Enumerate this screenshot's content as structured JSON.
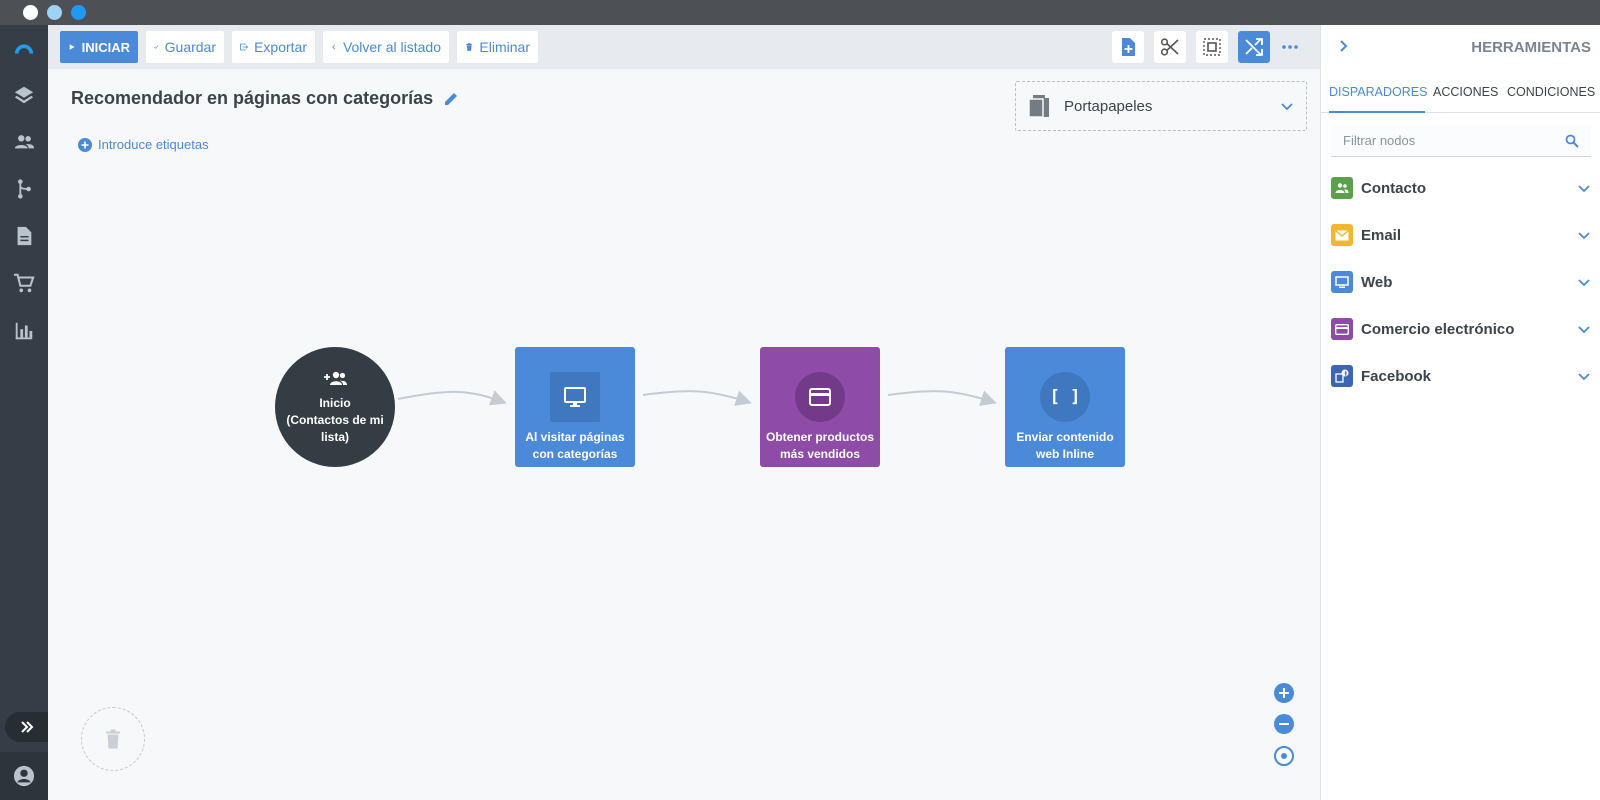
{
  "window": {
    "dots": [
      "#ffffff",
      "#9fd2f7",
      "#1e9af0"
    ]
  },
  "sidebar": {
    "items": [
      "logo-icon",
      "layers-icon",
      "contacts-icon",
      "automation-icon",
      "document-icon",
      "cart-icon",
      "chart-icon"
    ]
  },
  "toolbar": {
    "start_label": "INICIAR",
    "save_label": "Guardar",
    "export_label": "Exportar",
    "back_label": "Volver al listado",
    "delete_label": "Eliminar",
    "icons": [
      "add-note-icon",
      "scissors-icon",
      "select-area-icon",
      "shuffle-icon",
      "more-icon"
    ]
  },
  "canvas": {
    "title": "Recomendador en páginas con categorías",
    "tags_label": "Introduce etiquetas",
    "clipboard_label": "Portapapeles",
    "nodes": [
      {
        "label_line1": "Inicio",
        "label_line2": "(Contactos de mi lista)",
        "color": "#343c44",
        "icon": "add-group-icon"
      },
      {
        "label": "Al visitar páginas con categorías",
        "color": "#4a8ad8",
        "icon": "monitor-icon"
      },
      {
        "label": "Obtener productos más vendidos",
        "color": "#8e4ba8",
        "icon": "credit-card-icon"
      },
      {
        "label": "Enviar contenido web Inline",
        "color": "#4a8ad8",
        "icon": "brackets-icon"
      }
    ],
    "brackets_glyph": "[ ]"
  },
  "panel": {
    "title": "HERRAMIENTAS",
    "tabs": [
      "DISPARADORES",
      "ACCIONES",
      "CONDICIONES"
    ],
    "active_tab": "DISPARADORES",
    "filter_placeholder": "Filtrar nodos",
    "categories": [
      {
        "label": "Contacto",
        "color": "#5aa14b"
      },
      {
        "label": "Email",
        "color": "#f2b631"
      },
      {
        "label": "Web",
        "color": "#4a8ad8"
      },
      {
        "label": "Comercio electrónico",
        "color": "#8e4ba8"
      },
      {
        "label": "Facebook",
        "color": "#3c66b1"
      }
    ]
  }
}
